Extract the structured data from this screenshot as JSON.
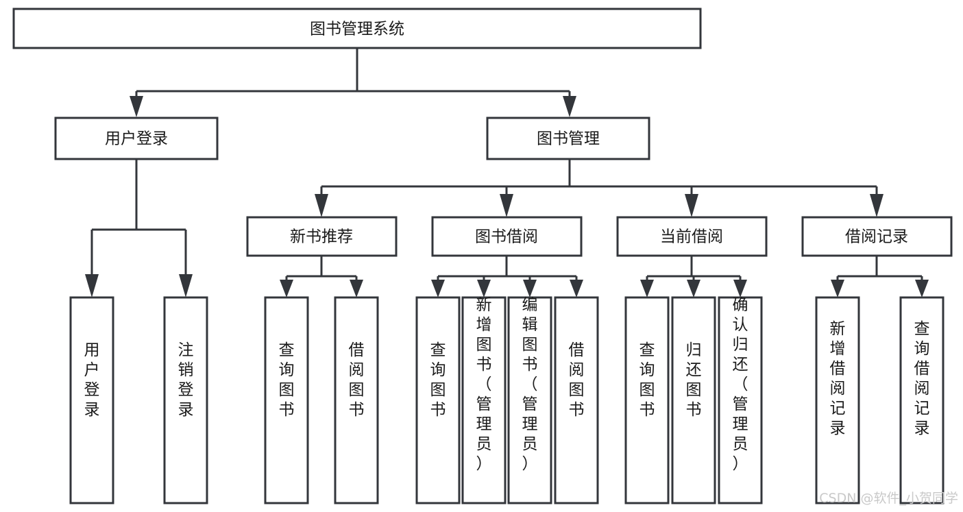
{
  "diagram": {
    "title": "图书管理系统",
    "type": "hierarchy-tree",
    "orientation": "top-down",
    "theme": {
      "background": "#ffffff",
      "box_fill": "#ffffff",
      "box_stroke": "#33363b",
      "text_color": "#1a1a1a",
      "watermark_color": "#c9c9c9"
    },
    "nodes": {
      "root": {
        "label": "图书管理系统",
        "level": 0,
        "writing_mode": "horizontal"
      },
      "user_login": {
        "label": "用户登录",
        "level": 1,
        "writing_mode": "horizontal"
      },
      "book_manage": {
        "label": "图书管理",
        "level": 1,
        "writing_mode": "horizontal"
      },
      "new_book_rec": {
        "label": "新书推荐",
        "level": 2,
        "writing_mode": "horizontal"
      },
      "book_borrow": {
        "label": "图书借阅",
        "level": 2,
        "writing_mode": "horizontal"
      },
      "current_borrow": {
        "label": "当前借阅",
        "level": 2,
        "writing_mode": "horizontal"
      },
      "borrow_record": {
        "label": "借阅记录",
        "level": 2,
        "writing_mode": "horizontal"
      },
      "leaf_user_login": {
        "label": "用户登录",
        "level": 2,
        "writing_mode": "vertical"
      },
      "leaf_logout": {
        "label": "注销登录",
        "level": 2,
        "writing_mode": "vertical"
      },
      "leaf_query_book_1": {
        "label": "查询图书",
        "level": 3,
        "writing_mode": "vertical"
      },
      "leaf_borrow_book_1": {
        "label": "借阅图书",
        "level": 3,
        "writing_mode": "vertical"
      },
      "leaf_query_book_2": {
        "label": "查询图书",
        "level": 3,
        "writing_mode": "vertical"
      },
      "leaf_add_book": {
        "label": "新增图书（管理员）",
        "level": 3,
        "writing_mode": "vertical"
      },
      "leaf_edit_book": {
        "label": "编辑图书（管理员）",
        "level": 3,
        "writing_mode": "vertical"
      },
      "leaf_borrow_book_2": {
        "label": "借阅图书",
        "level": 3,
        "writing_mode": "vertical"
      },
      "leaf_query_book_3": {
        "label": "查询图书",
        "level": 3,
        "writing_mode": "vertical"
      },
      "leaf_return_book": {
        "label": "归还图书",
        "level": 3,
        "writing_mode": "vertical"
      },
      "leaf_confirm_return": {
        "label": "确认归还（管理员）",
        "level": 3,
        "writing_mode": "vertical"
      },
      "leaf_add_record": {
        "label": "新增借阅记录",
        "level": 3,
        "writing_mode": "vertical"
      },
      "leaf_query_record": {
        "label": "查询借阅记录",
        "level": 3,
        "writing_mode": "vertical"
      }
    },
    "edges": [
      {
        "from": "root",
        "to": "user_login"
      },
      {
        "from": "root",
        "to": "book_manage"
      },
      {
        "from": "user_login",
        "to": "leaf_user_login"
      },
      {
        "from": "user_login",
        "to": "leaf_logout"
      },
      {
        "from": "book_manage",
        "to": "new_book_rec"
      },
      {
        "from": "book_manage",
        "to": "book_borrow"
      },
      {
        "from": "book_manage",
        "to": "current_borrow"
      },
      {
        "from": "book_manage",
        "to": "borrow_record"
      },
      {
        "from": "new_book_rec",
        "to": "leaf_query_book_1"
      },
      {
        "from": "new_book_rec",
        "to": "leaf_borrow_book_1"
      },
      {
        "from": "book_borrow",
        "to": "leaf_query_book_2"
      },
      {
        "from": "book_borrow",
        "to": "leaf_add_book"
      },
      {
        "from": "book_borrow",
        "to": "leaf_edit_book"
      },
      {
        "from": "book_borrow",
        "to": "leaf_borrow_book_2"
      },
      {
        "from": "current_borrow",
        "to": "leaf_query_book_3"
      },
      {
        "from": "current_borrow",
        "to": "leaf_return_book"
      },
      {
        "from": "current_borrow",
        "to": "leaf_confirm_return"
      },
      {
        "from": "borrow_record",
        "to": "leaf_add_record"
      },
      {
        "from": "borrow_record",
        "to": "leaf_query_record"
      }
    ]
  },
  "watermark": {
    "text": "CSDN @软件_小贺同学"
  }
}
